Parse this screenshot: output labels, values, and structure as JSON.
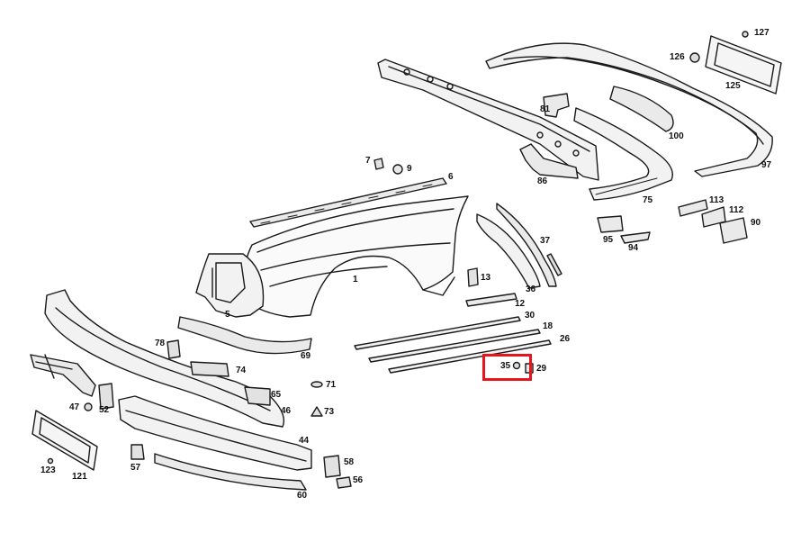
{
  "diagram": {
    "callouts": {
      "p1": "1",
      "p5": "5",
      "p6": "6",
      "p7": "7",
      "p9": "9",
      "p12": "12",
      "p13": "13",
      "p18": "18",
      "p26": "26",
      "p29": "29",
      "p30": "30",
      "p35": "35",
      "p36": "36",
      "p37": "37",
      "p44": "44",
      "p46": "46",
      "p47": "47",
      "p52": "52",
      "p56": "56",
      "p57": "57",
      "p58": "58",
      "p60": "60",
      "p65": "65",
      "p69": "69",
      "p71": "71",
      "p73": "73",
      "p74": "74",
      "p75": "75",
      "p78": "78",
      "p81": "81",
      "p86": "86",
      "p90": "90",
      "p94": "94",
      "p95": "95",
      "p97": "97",
      "p100": "100",
      "p112": "112",
      "p113": "113",
      "p121": "121",
      "p123": "123",
      "p125": "125",
      "p126": "126",
      "p127": "127"
    },
    "highlighted_part": "35",
    "highlight_color": "#e8141b"
  }
}
